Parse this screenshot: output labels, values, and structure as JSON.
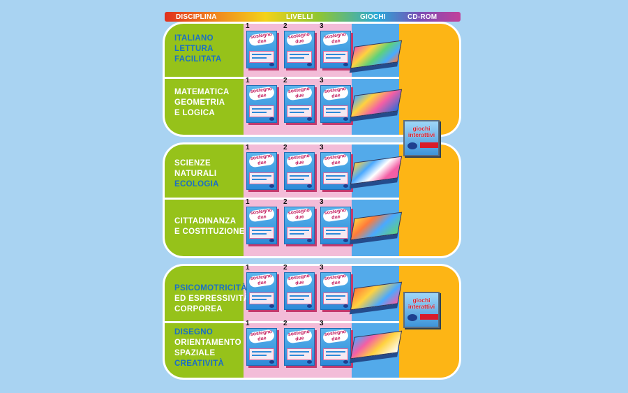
{
  "header": {
    "disciplina": "DISCIPLINA",
    "livelli": "LIVELLI",
    "giochi": "GIOCHI",
    "cdrom": "CD-ROM"
  },
  "book_numbers": [
    "1",
    "2",
    "3"
  ],
  "book": {
    "logo_line1": "sostegno",
    "logo_line2": "due"
  },
  "cd": {
    "line1": "giochi",
    "line2": "interattivi"
  },
  "groups": [
    {
      "rows": [
        {
          "lines": [
            {
              "text": "ITALIANO",
              "color": "#1a6fc6"
            },
            {
              "text": "LETTURA",
              "color": "#1a6fc6"
            },
            {
              "text": "FACILITATA",
              "color": "#1a6fc6"
            }
          ]
        },
        {
          "lines": [
            {
              "text": "MATEMATICA",
              "color": "#ffffff"
            },
            {
              "text": "GEOMETRIA",
              "color": "#ffffff"
            },
            {
              "text": "E LOGICA",
              "color": "#ffffff"
            }
          ]
        }
      ]
    },
    {
      "rows": [
        {
          "lines": [
            {
              "text": "SCIENZE",
              "color": "#ffffff"
            },
            {
              "text": "NATURALI",
              "color": "#ffffff"
            },
            {
              "text": "ECOLOGIA",
              "color": "#1a6fc6"
            }
          ]
        },
        {
          "lines": [
            {
              "text": "CITTADINANZA",
              "color": "#ffffff"
            },
            {
              "text": "E COSTITUZIONE",
              "color": "#ffffff"
            }
          ]
        }
      ]
    },
    {
      "rows": [
        {
          "lines": [
            {
              "text": "PSICOMOTRICITÀ",
              "color": "#1a6fc6"
            },
            {
              "text": "ED ESPRESSIVITÀ",
              "color": "#ffffff"
            },
            {
              "text": "CORPOREA",
              "color": "#ffffff"
            }
          ]
        },
        {
          "lines": [
            {
              "text": "DISEGNO",
              "color": "#1a6fc6"
            },
            {
              "text": "ORIENTAMENTO",
              "color": "#ffffff"
            },
            {
              "text": "SPAZIALE",
              "color": "#ffffff"
            },
            {
              "text": "CREATIVITÀ",
              "color": "#1a6fc6"
            }
          ]
        }
      ]
    }
  ],
  "colors": {
    "background": "#a9d3f2",
    "disciplina_column": "#96c21a",
    "livelli_column": "#f3bcd8",
    "giochi_column": "#53aaea",
    "cdrom_column": "#fdb515",
    "text_blue": "#1a6fc6"
  }
}
